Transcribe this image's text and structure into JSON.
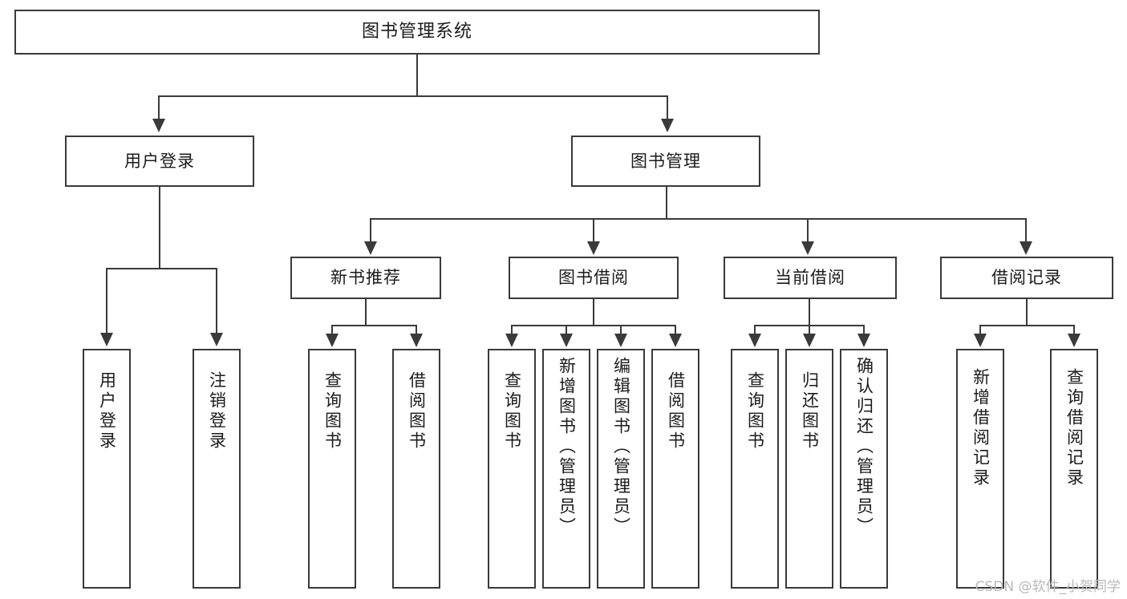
{
  "diagram": {
    "type": "tree-hierarchy",
    "title": "图书管理系统",
    "watermark": "CSDN @软件_小贺同学",
    "colors": {
      "background": "#ffffff",
      "node_fill": "#ffffff",
      "node_border": "#3a3a3a",
      "edge": "#3a3a3a",
      "text": "#1b1b1b",
      "watermark": "#b9b9b9"
    },
    "root": {
      "id": "root",
      "label": "图书管理系统",
      "orientation": "horizontal"
    },
    "level1": [
      {
        "id": "user-login",
        "label": "用户登录",
        "orientation": "horizontal"
      },
      {
        "id": "book-management",
        "label": "图书管理",
        "orientation": "horizontal"
      }
    ],
    "level2": [
      {
        "id": "new-book-recommend",
        "label": "新书推荐",
        "orientation": "horizontal",
        "parent": "book-management"
      },
      {
        "id": "book-borrow",
        "label": "图书借阅",
        "orientation": "horizontal",
        "parent": "book-management"
      },
      {
        "id": "current-borrow",
        "label": "当前借阅",
        "orientation": "horizontal",
        "parent": "book-management"
      },
      {
        "id": "borrow-record",
        "label": "借阅记录",
        "orientation": "horizontal",
        "parent": "book-management"
      }
    ],
    "leaves": {
      "user-login": [
        {
          "id": "leaf-user-login",
          "label": "用户登录"
        },
        {
          "id": "leaf-logout-login",
          "label": "注销登录"
        }
      ],
      "new-book-recommend": [
        {
          "id": "leaf-query-book-1",
          "label": "查询图书"
        },
        {
          "id": "leaf-borrow-book-1",
          "label": "借阅图书"
        }
      ],
      "book-borrow": [
        {
          "id": "leaf-query-book-2",
          "label": "查询图书"
        },
        {
          "id": "leaf-add-book",
          "label": "新增图书（管理员）"
        },
        {
          "id": "leaf-edit-book",
          "label": "编辑图书（管理员）"
        },
        {
          "id": "leaf-borrow-book-2",
          "label": "借阅图书"
        }
      ],
      "current-borrow": [
        {
          "id": "leaf-query-book-3",
          "label": "查询图书"
        },
        {
          "id": "leaf-return-book",
          "label": "归还图书"
        },
        {
          "id": "leaf-confirm-return",
          "label": "确认归还（管理员）"
        }
      ],
      "borrow-record": [
        {
          "id": "leaf-add-record",
          "label": "新增借阅记录"
        },
        {
          "id": "leaf-query-record",
          "label": "查询借阅记录"
        }
      ]
    }
  }
}
